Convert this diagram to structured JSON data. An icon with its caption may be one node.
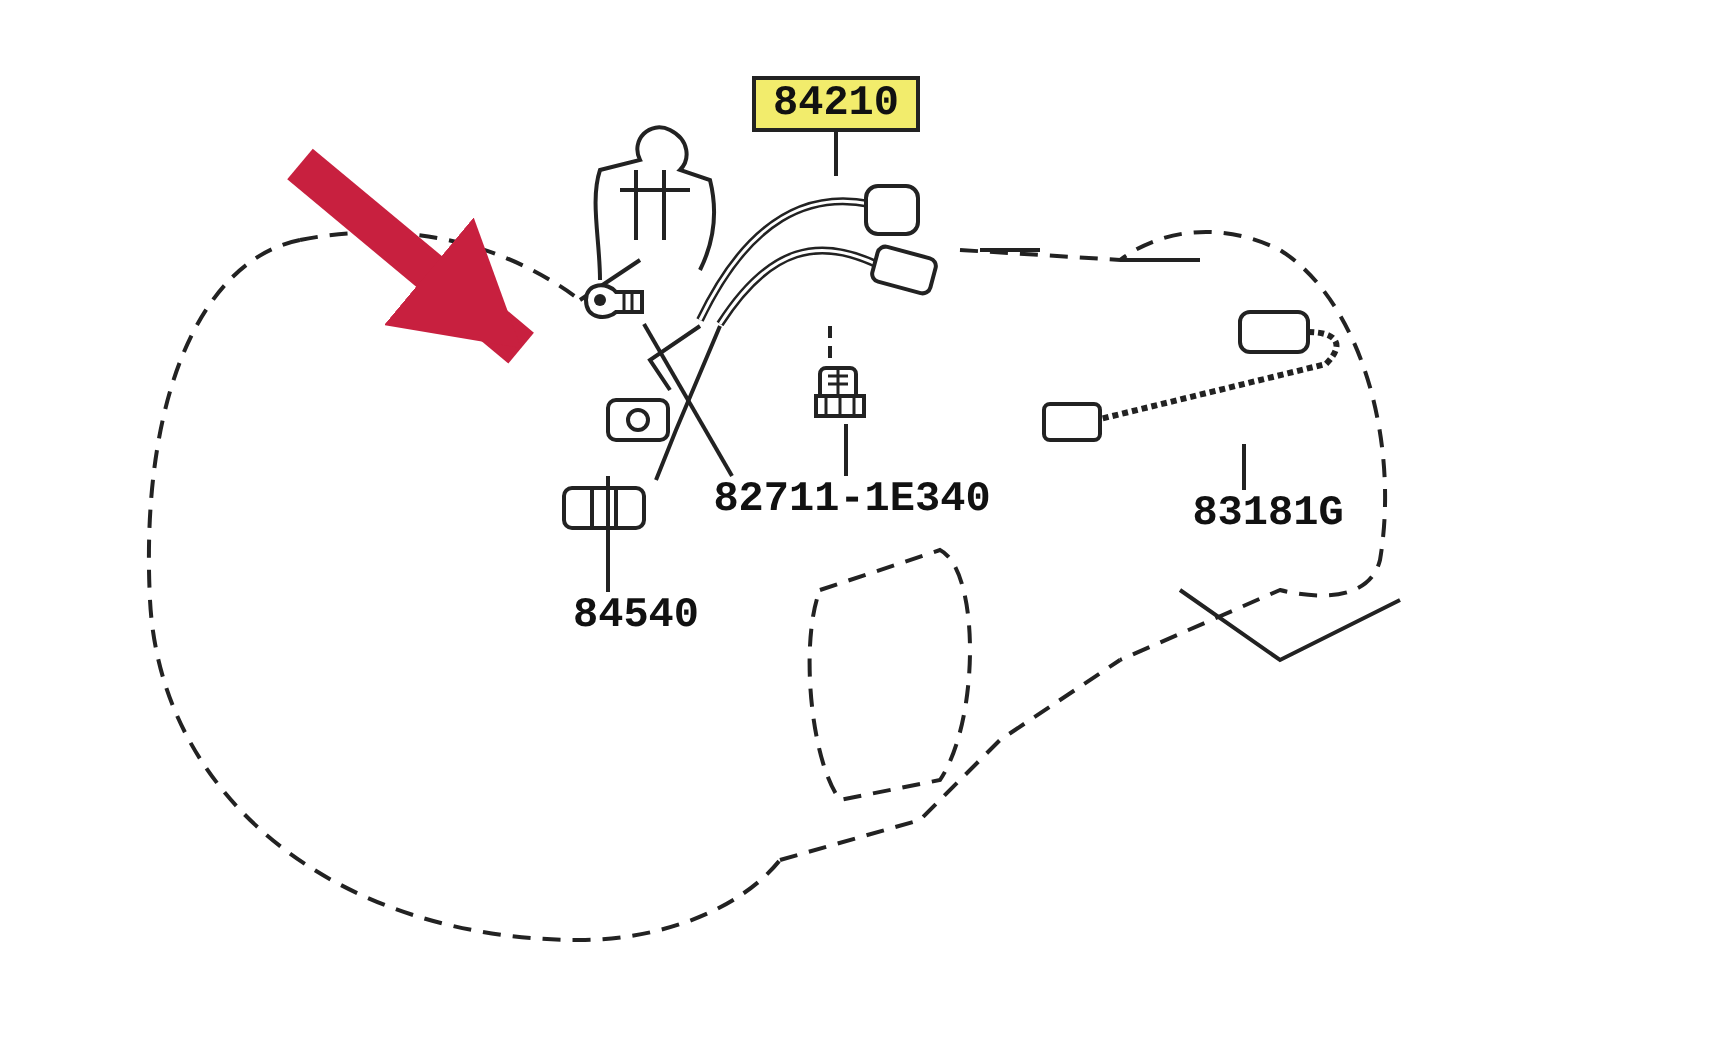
{
  "diagram": {
    "nodes": [
      {
        "text": [
          "84210"
        ]
      },
      {
        "text": [],
        "shape": "picture"
      },
      {
        "text": [
          "82711-1E340"
        ]
      },
      {
        "text": [],
        "shape": "picture"
      },
      {
        "text": [],
        "shape": "picture"
      },
      {
        "text": [
          "83181G"
        ]
      },
      {
        "text": [],
        "shape": "picture"
      },
      {
        "text": [
          "84540"
        ]
      },
      {
        "text": [],
        "shape": "picture"
      },
      {
        "text": [],
        "shape": "picture"
      }
    ],
    "edges": [
      {
        "from": 0,
        "to": 1,
        "arrow": "none"
      },
      {
        "from": 2,
        "to": 3,
        "arrow": "none"
      },
      {
        "from": 2,
        "to": 4,
        "arrow": "none"
      },
      {
        "from": 5,
        "to": 6,
        "arrow": "none"
      },
      {
        "from": 7,
        "to": 8,
        "arrow": "none"
      },
      {
        "from": null,
        "to": 9,
        "arrow": "to",
        "style": "thick",
        "color": "#c8203f"
      },
      {
        "from": 1,
        "to": 9,
        "arrow": "none"
      },
      {
        "from": 1,
        "to": 8,
        "arrow": "none"
      },
      {
        "from": 1,
        "to": 3,
        "arrow": "none",
        "style": "dashed"
      }
    ]
  }
}
